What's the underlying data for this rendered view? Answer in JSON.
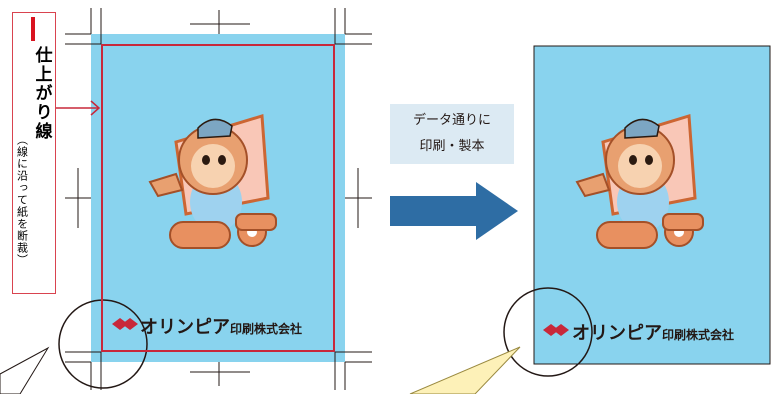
{
  "label": {
    "main": "仕上がり線",
    "sub": "（線に沿って紙を断裁）"
  },
  "note": {
    "line1": "データ通りに",
    "line2": "印刷・製本"
  },
  "logo": {
    "name_kana": "オリンピア",
    "name_kanji": "印刷株式会社"
  },
  "colors": {
    "page_bg": "#89d3ee",
    "trim_line": "#c8283a",
    "arrow": "#2e6da4",
    "callout": "#fdf1b8"
  },
  "illustration": {
    "subject": "bear-mascot-icon"
  }
}
